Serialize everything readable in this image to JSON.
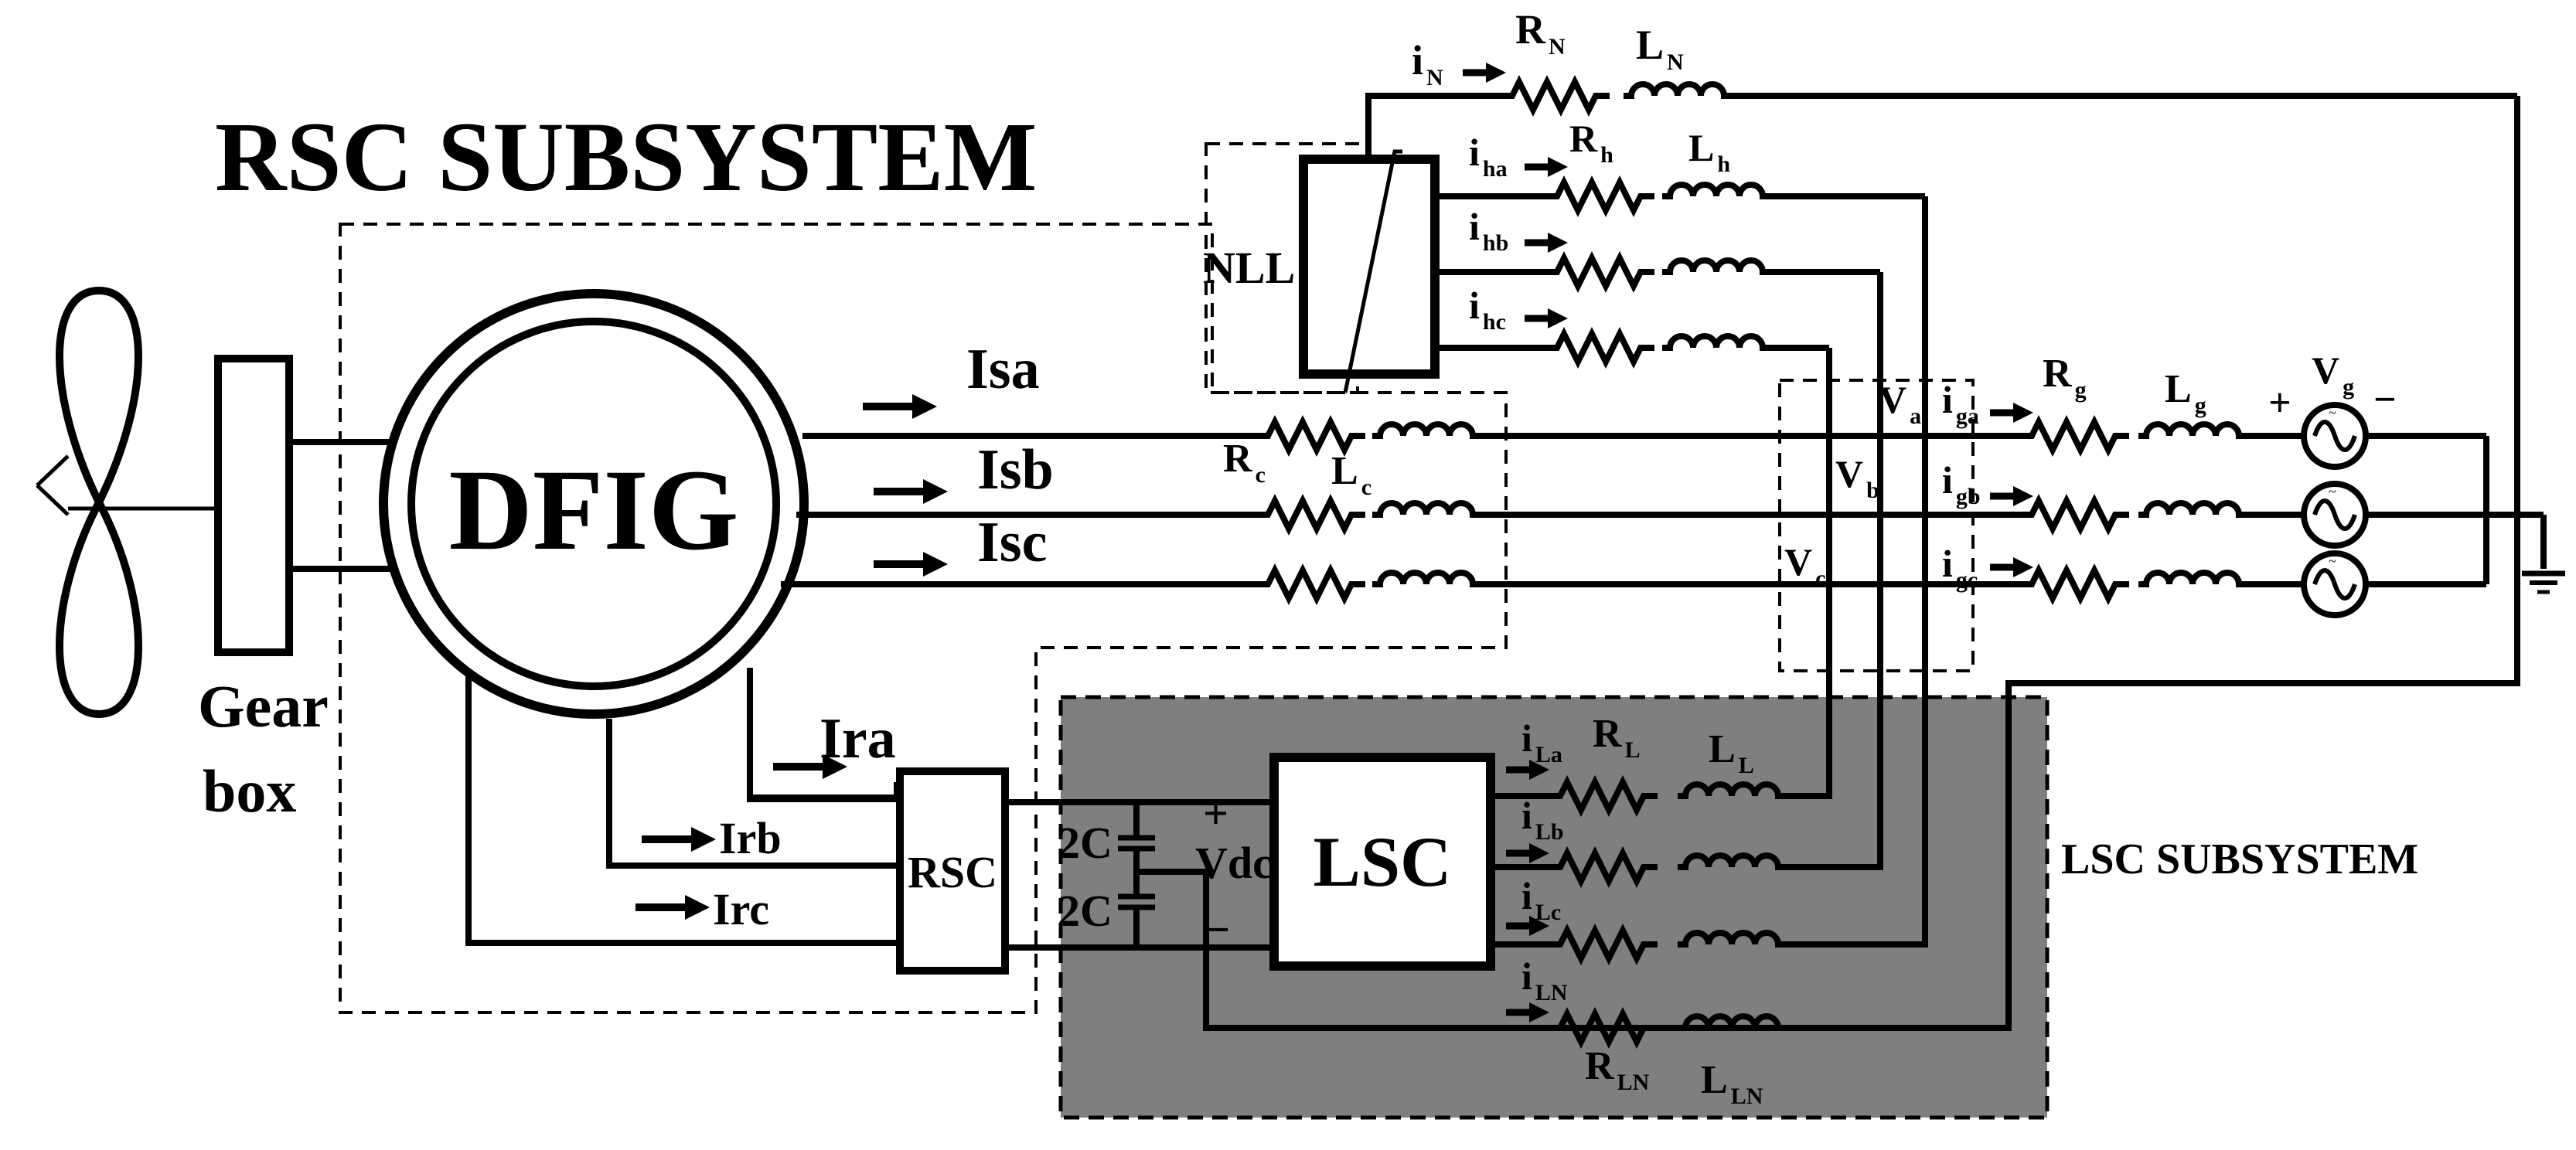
{
  "colors": {
    "lsc_subsystem_fill": "#7f7f7f",
    "wire": "#000000",
    "background": "#ffffff"
  },
  "titles": {
    "rsc_subsystem": "RSC SUBSYSTEM",
    "lsc_subsystem": "LSC SUBSYSTEM"
  },
  "blocks": {
    "dfig": "DFIG",
    "gearbox_1": "Gear",
    "gearbox_2": "box",
    "nll": "NLL",
    "rsc": "RSC",
    "lsc": "LSC"
  },
  "stator": {
    "isa": "Isa",
    "isb": "Isb",
    "isc": "Isc",
    "rc": "R",
    "rc_sub": "c",
    "lc": "L",
    "lc_sub": "c"
  },
  "rotor": {
    "ira": "Ira",
    "irb": "Irb",
    "irc": "Irc"
  },
  "dc_link": {
    "cap_top": "2C",
    "cap_bottom": "2C",
    "plus": "+",
    "minus": "−",
    "vdc": "Vdc"
  },
  "nll_branch": {
    "iN": "i",
    "iN_sub": "N",
    "RN": "R",
    "RN_sub": "N",
    "LN": "L",
    "LN_sub": "N",
    "iha": "i",
    "iha_sub": "ha",
    "ihb": "i",
    "ihb_sub": "hb",
    "ihc": "i",
    "ihc_sub": "hc",
    "Rh": "R",
    "Rh_sub": "h",
    "Lh": "L",
    "Lh_sub": "h"
  },
  "pcc": {
    "va": "V",
    "va_sub": "a",
    "vb": "V",
    "vb_sub": "b",
    "vc": "V",
    "vc_sub": "c"
  },
  "grid": {
    "iga": "i",
    "iga_sub": "ga",
    "igb": "i",
    "igb_sub": "gb",
    "igc": "i",
    "igc_sub": "gc",
    "Rg": "R",
    "Rg_sub": "g",
    "Lg": "L",
    "Lg_sub": "g",
    "Vg": "V",
    "Vg_sub": "g",
    "plus": "+",
    "minus": "−"
  },
  "lsc_filter": {
    "iLa": "i",
    "iLa_sub": "La",
    "iLb": "i",
    "iLb_sub": "Lb",
    "iLc": "i",
    "iLc_sub": "Lc",
    "iLN": "i",
    "iLN_sub": "LN",
    "RL": "R",
    "RL_sub": "L",
    "LL": "L",
    "LL_sub": "L",
    "RLN": "R",
    "RLN_sub": "LN",
    "LLN": "L",
    "LLN_sub": "LN"
  }
}
